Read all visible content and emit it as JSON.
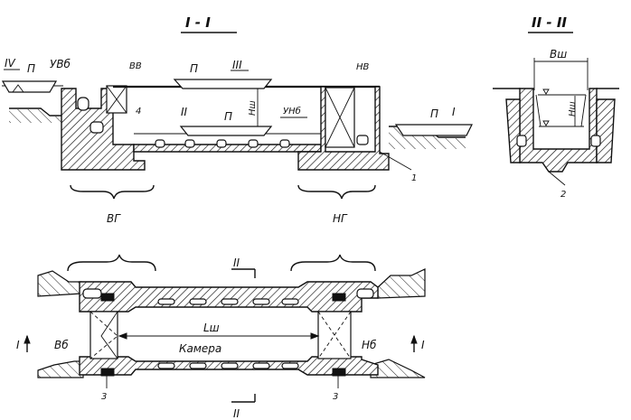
{
  "section_1": {
    "title": "I - I",
    "labels": {
      "upper_pool_level": "УВб",
      "upper_gate": "ВВ",
      "lower_gate": "НВ",
      "lower_pool_level": "УНб",
      "chamber_depth": "Hш",
      "upper_head": "ВГ",
      "lower_head": "НГ",
      "callout_4": "4",
      "callout_1": "1"
    },
    "vessels": {
      "upper_left": {
        "roman": "IV",
        "letter": "П"
      },
      "top": {
        "roman": "III",
        "letter": "П"
      },
      "middle": {
        "roman": "II",
        "letter": "П"
      },
      "right": {
        "roman": "I",
        "letter": "П"
      }
    }
  },
  "section_2": {
    "title": "II - II",
    "labels": {
      "width": "Bш",
      "depth": "Hш",
      "callout_2": "2"
    }
  },
  "plan": {
    "cut_1": "I",
    "cut_2": "II",
    "upper_pool": "Вб",
    "lower_pool": "Нб",
    "chamber_length": "Lш",
    "chamber": "Камера",
    "callout_3_left": "3",
    "callout_3_right": "3"
  }
}
